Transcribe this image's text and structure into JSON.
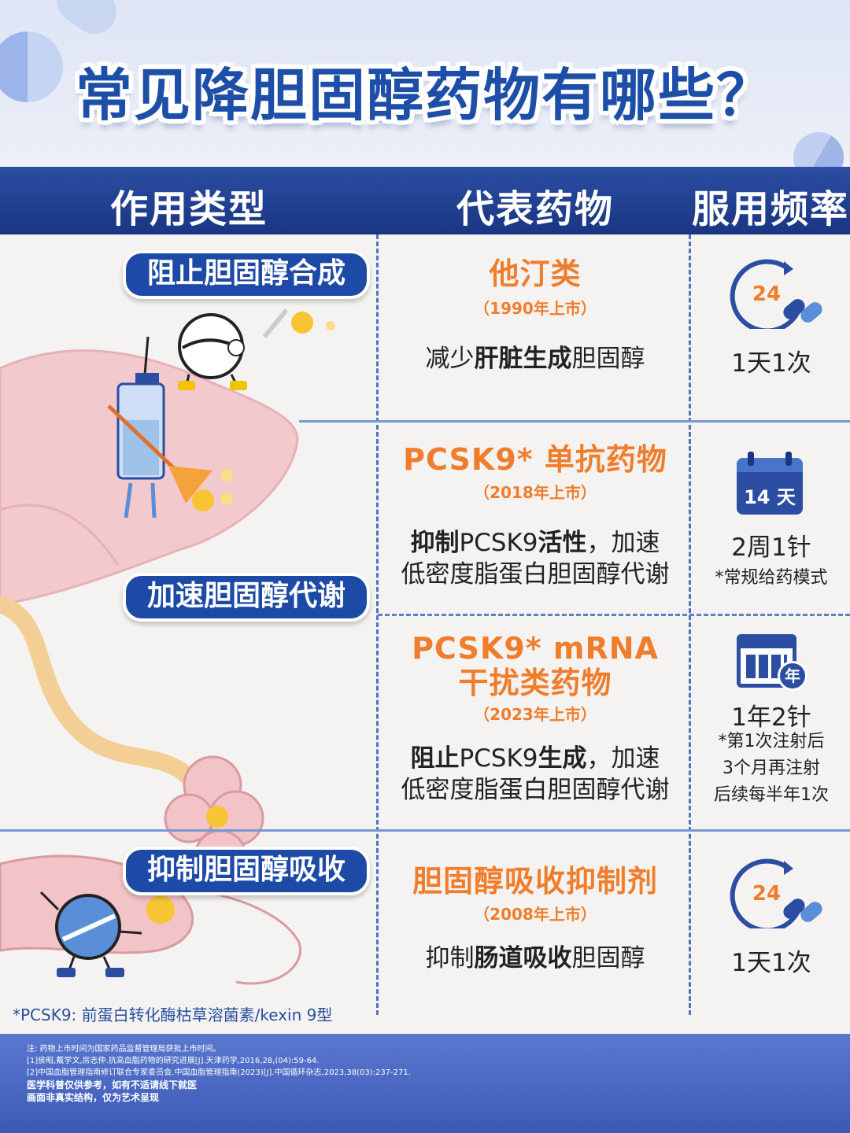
{
  "title": "常见降胆固醇药物有哪些？",
  "columns": [
    "作用类型",
    "代表药物",
    "服用频率"
  ],
  "categories": {
    "synthesis": "阻止胆固醇合成",
    "metabolism": "加速胆固醇代谢",
    "absorption": "抑制胆固醇吸收"
  },
  "drugs": [
    {
      "name": "他汀类",
      "year": "（1990年上市）",
      "desc_pre": "减少",
      "desc_bold": "肝脏生成",
      "desc_post": "胆固醇",
      "icon": "clock-24-pills-icon",
      "icon_text": "24",
      "freq": "1天1次"
    },
    {
      "name": "PCSK9* 单抗药物",
      "year": "（2018年上市）",
      "desc_line1_bold1": "抑制",
      "desc_line1_mid": "PCSK9",
      "desc_line1_bold2": "活性",
      "desc_line1_post": "，加速",
      "desc_line2": "低密度脂蛋白胆固醇代谢",
      "icon": "calendar-14-icon",
      "icon_text": "14 天",
      "freq": "2周1针",
      "note": "*常规给药模式"
    },
    {
      "name_line1": "PCSK9* mRNA",
      "name_line2": "干扰类药物",
      "year": "（2023年上市）",
      "desc_line1_bold1": "阻止",
      "desc_line1_mid": "PCSK9",
      "desc_line1_bold2": "生成",
      "desc_line1_post": "，加速",
      "desc_line2": "低密度脂蛋白胆固醇代谢",
      "icon": "calendar-year-icon",
      "icon_text": "年",
      "freq": "1年2针",
      "note_lines": [
        "*第1次注射后",
        "3个月再注射",
        "后续每半年1次"
      ]
    },
    {
      "name": "胆固醇吸收抑制剂",
      "year": "（2008年上市）",
      "desc_pre": "抑制",
      "desc_bold": "肠道吸收",
      "desc_post": "胆固醇",
      "icon": "clock-24-pills-icon",
      "icon_text": "24",
      "freq": "1天1次"
    }
  ],
  "pcsk_footnote": "*PCSK9: 前蛋白转化酶枯草溶菌素/kexin 9型",
  "footer": {
    "lines": [
      "注: 药物上市时间为国家药品监督管理局获批上市时间。",
      "[1]侯昭,戴学文,房志仲.抗高血脂药物的研究进展[J].天津药学,2016,28,(04):59-64.",
      "[2]中国血脂管理指南修订联合专家委员会.中国血脂管理指南(2023)[J].中国循环杂志,2023,38(03):237-271."
    ],
    "bold_lines": [
      "医学科普仅供参考，如有不适请线下就医",
      "画面非真实结构，仅为艺术呈现"
    ]
  },
  "colors": {
    "navy": "#1a3583",
    "orange": "#f07d2b",
    "blue": "#1d4aa6"
  }
}
